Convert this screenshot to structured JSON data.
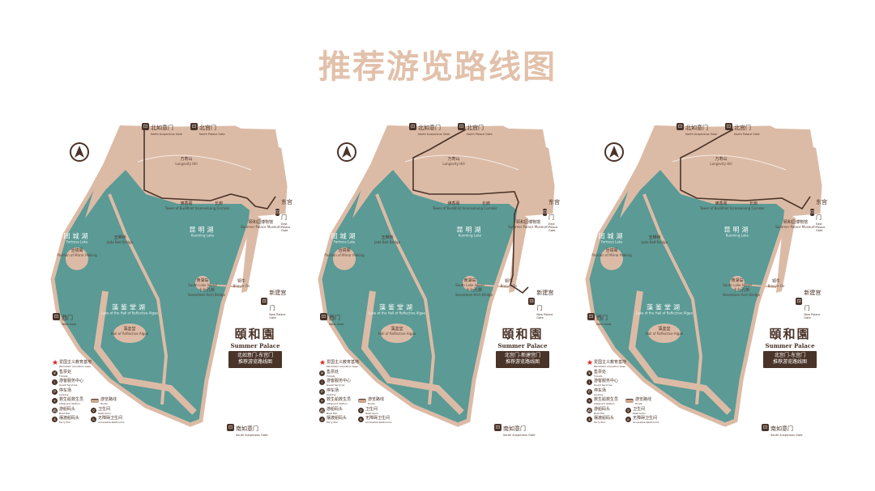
{
  "page_title": "推荐游览路线图",
  "colors": {
    "title": "#e2c1ab",
    "water": "#5b9a95",
    "land": "#dcbba6",
    "dark_brown": "#4a3328",
    "route": "#4a3328",
    "star": "#e02020"
  },
  "brand": {
    "name_cn": "頤和園",
    "name_en": "Summer Palace"
  },
  "maps": [
    {
      "route_title_line1": "北如意门-东宫门",
      "route_title_line2": "推荐游览路线图"
    },
    {
      "route_title_line1": "北宫门-新建宫门",
      "route_title_line2": "推荐游览路线图"
    },
    {
      "route_title_line1": "北宫门-东宫门",
      "route_title_line2": "推荐游览路线图"
    }
  ],
  "lakes": [
    {
      "zh": "昆明湖",
      "en": "Kunming Lake"
    },
    {
      "zh": "团城湖",
      "en": "Fortress Lake"
    },
    {
      "zh": "藻鉴堂湖",
      "en": "Lake of the Hall of Reflective Algae"
    }
  ],
  "places": [
    {
      "zh": "万寿山",
      "en": "Longevity Hill"
    },
    {
      "zh": "佛香阁",
      "en": "Tower of Buddhist Incense"
    },
    {
      "zh": "长廊",
      "en": "Long Corridor"
    },
    {
      "zh": "十七孔桥",
      "en": "Seventeen-Arch Bridge"
    },
    {
      "zh": "南湖岛",
      "en": "South Lake Island"
    },
    {
      "zh": "玉带桥",
      "en": "Jade Belt Bridge"
    },
    {
      "zh": "治镜阁",
      "en": "Pavilion of Mirror Making"
    },
    {
      "zh": "藻鉴堂",
      "en": "Hall of Reflective Algae"
    },
    {
      "zh": "铜牛",
      "en": "Bronze Ox"
    },
    {
      "zh": "颐和园博物馆",
      "en": "Summer Palace Museum"
    }
  ],
  "gates": [
    {
      "zh": "北如意门",
      "en": "North Auspicious Gate"
    },
    {
      "zh": "北宫门",
      "en": "North Palace Gate"
    },
    {
      "zh": "东宫门",
      "en": "East Palace Gate"
    },
    {
      "zh": "新建宫门",
      "en": "New Palace Gate"
    },
    {
      "zh": "西门",
      "en": "West Gate"
    },
    {
      "zh": "南如意门",
      "en": "South Auspicious Gate"
    }
  ],
  "legend": [
    {
      "icon": "star-icon",
      "zh": "爱国主义教育基地",
      "en": "Patriotism education base"
    },
    {
      "icon": "ticket-icon",
      "zh": "售票处",
      "en": "Tickets"
    },
    {
      "icon": "info-icon",
      "zh": "游客服务中心",
      "en": "Guest Services"
    },
    {
      "icon": "parking-icon",
      "zh": "停车场",
      "en": "parking"
    },
    {
      "icon": "lifeguard-icon",
      "zh": "救生船救生员",
      "en": "Lifeguard Station"
    },
    {
      "icon": "boat-icon",
      "zh": "游船码头",
      "en": "Boat Pier"
    },
    {
      "icon": "ferry-icon",
      "zh": "摆渡船码头",
      "en": "Ferry Pier"
    },
    {
      "icon": "route-icon",
      "zh": "游览路线",
      "en": "Route"
    },
    {
      "icon": "restroom-icon",
      "zh": "卫生间",
      "en": "Restrooms"
    },
    {
      "icon": "accessible-restroom-icon",
      "zh": "无障碍卫生间",
      "en": "Accessible Restrooms"
    }
  ]
}
